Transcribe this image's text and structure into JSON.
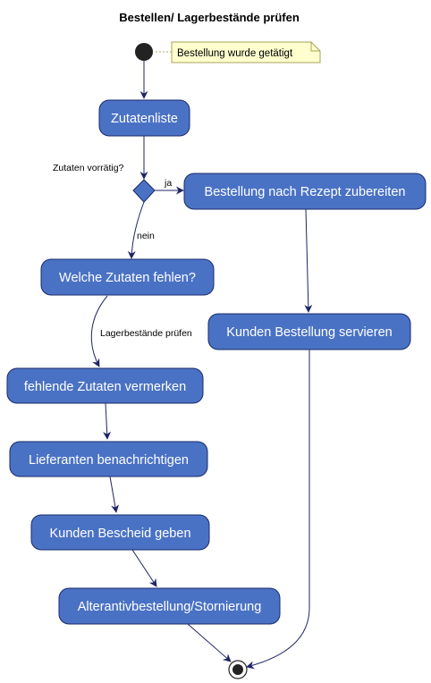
{
  "title": "Bestellen/ Lagerbestände prüfen",
  "note": "Bestellung wurde getätigt",
  "nodes": {
    "zutatenliste": "Zutatenliste",
    "rezept": "Bestellung nach Rezept zubereiten",
    "servieren": "Kunden Bestellung servieren",
    "fehlen": "Welche Zutaten fehlen?",
    "vermerken": "fehlende Zutaten vermerken",
    "lieferanten": "Lieferanten benachrichtigen",
    "bescheid": "Kunden Bescheid geben",
    "alternativ": "Alterantivbestellung/Stornierung"
  },
  "decision": {
    "question": "Zutaten vorrätig?",
    "yes": "ja",
    "no": "nein"
  },
  "edge_labels": {
    "lager": "Lagerbestände prüfen"
  },
  "colors": {
    "node_fill": "#4a72c4",
    "node_stroke": "#1a2a6a",
    "edge": "#1f2466",
    "note_fill": "#fefece",
    "note_stroke": "#a8a35c"
  }
}
